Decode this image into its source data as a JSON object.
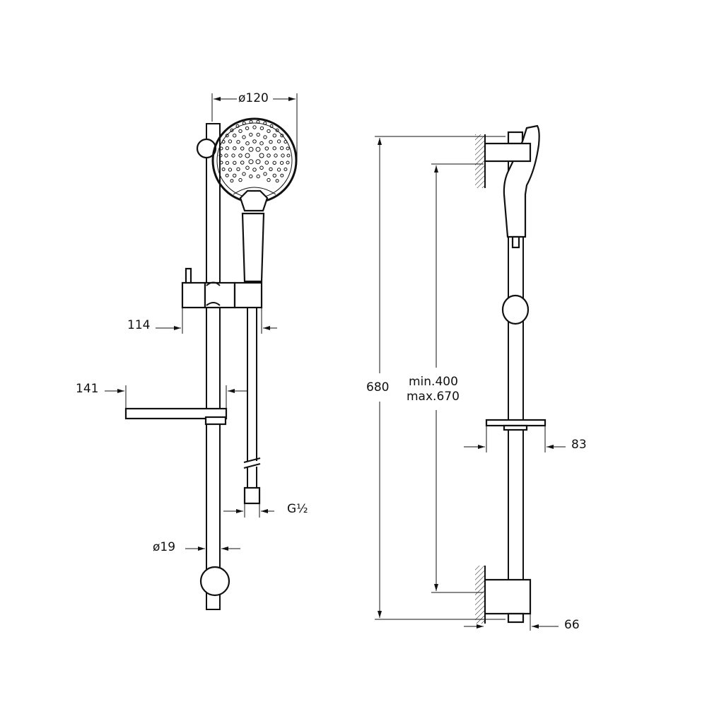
{
  "front_view": {
    "dim_head_diameter": "ø120",
    "dim_holder_offset": "114",
    "dim_soap_dish": "141",
    "dim_hose_connection": "G½",
    "dim_rail_diameter": "ø19"
  },
  "side_view": {
    "dim_total_height": "680",
    "dim_bracket_spacing_min": "min.400",
    "dim_bracket_spacing_max": "max.670",
    "dim_soap_dish_depth": "83",
    "dim_wall_projection": "66"
  },
  "colors": {
    "line": "#111111",
    "background": "#ffffff"
  }
}
